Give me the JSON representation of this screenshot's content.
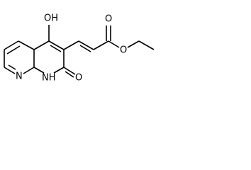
{
  "molecule": {
    "atoms": {
      "hydroxyl": "OH",
      "ring_nitrogen": "N",
      "nh": "NH",
      "lactam_oxygen": "O",
      "carbonyl_oxygen": "O",
      "ester_oxygen": "O"
    }
  }
}
